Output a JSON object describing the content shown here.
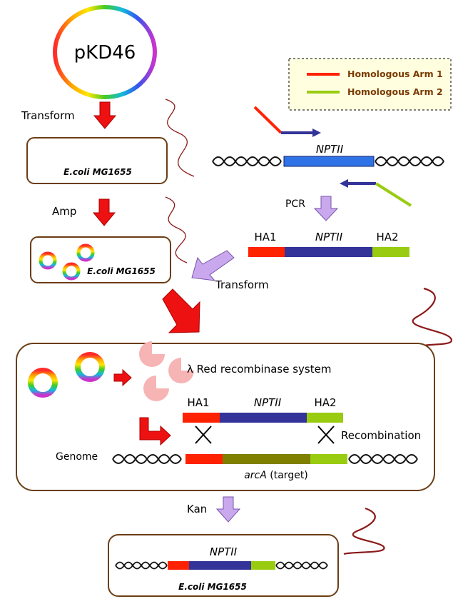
{
  "plasmid": {
    "name": "pKD46"
  },
  "legend": {
    "items": [
      {
        "label": "Homologous Arm 1",
        "color": "#ff2200"
      },
      {
        "label": "Homologous Arm 2",
        "color": "#99cc11"
      }
    ]
  },
  "steps": {
    "transform1": "Transform",
    "amp": "Amp",
    "pcr": "PCR",
    "transform2": "Transform",
    "kan": "Kan"
  },
  "cells": {
    "cell1": "E.coli MG1655",
    "cell2": "E.coli MG1655",
    "cell3": "E.coli MG1655"
  },
  "template": {
    "gene": "NPTII"
  },
  "pcr_product": {
    "ha1": "HA1",
    "gene": "NPTII",
    "ha2": "HA2"
  },
  "recombination": {
    "system": "λ Red recombinase system",
    "ha1": "HA1",
    "gene": "NPTII",
    "ha2": "HA2",
    "recombination_label": "Recombination",
    "genome_label": "Genome",
    "target_gene": "arcA",
    "target_suffix": " (target)"
  },
  "final": {
    "gene": "NPTII"
  },
  "colors": {
    "ha1": "#ff2200",
    "ha2": "#99cc11",
    "nptii": "#333399",
    "template_box": "#2f73e6",
    "target": "#7f7f00",
    "big_arrow": "#ee1111",
    "step_arrow_fill": "#c9a8ee",
    "box_border": "#6b3d14",
    "squiggle": "#8b1a1a",
    "primer_arrow": "#333399",
    "pie": "#f7b4b4"
  }
}
